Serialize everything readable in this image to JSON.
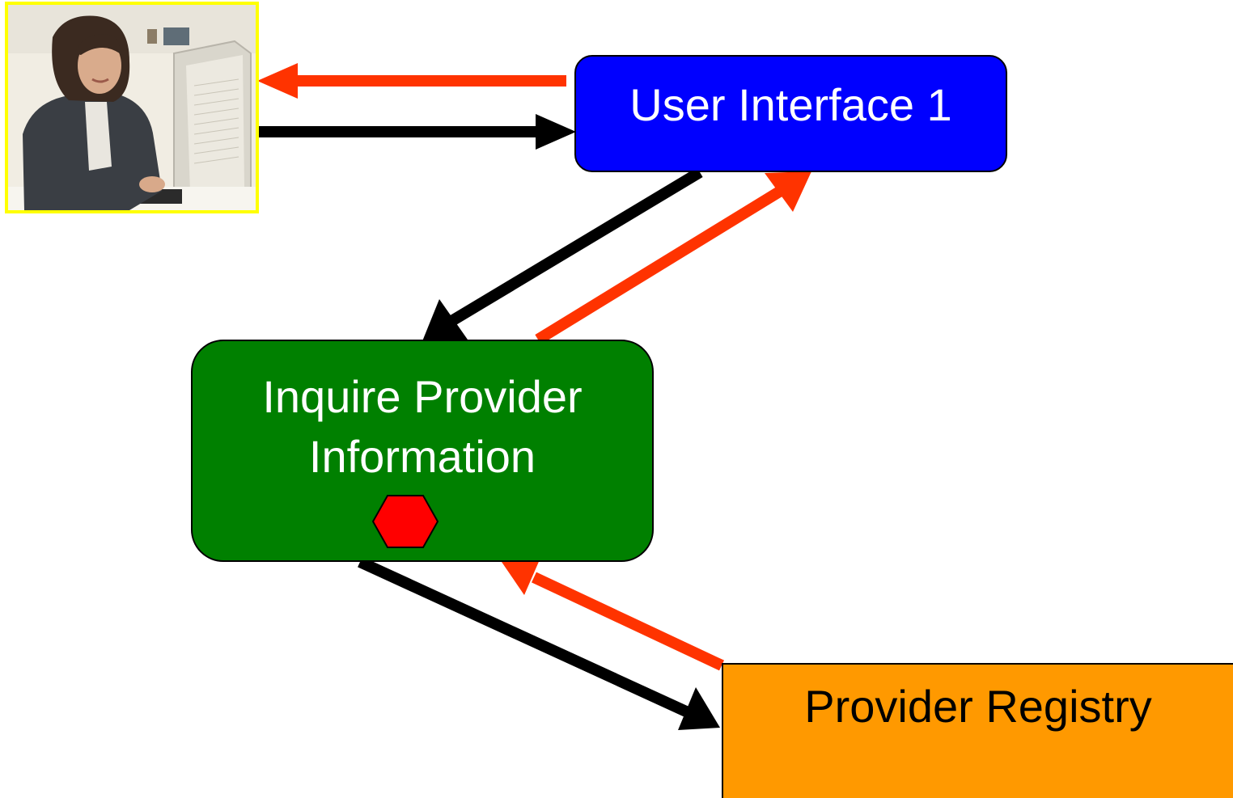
{
  "nodes": {
    "user_interface": {
      "label": "User Interface 1",
      "color": "#0000ff"
    },
    "inquire": {
      "line1": "Inquire Provider",
      "line2": "Information",
      "color": "#008000"
    },
    "registry": {
      "label": "Provider Registry",
      "color": "#ff9900"
    }
  },
  "arrows": {
    "request_color": "#000000",
    "response_color": "#ff3300"
  },
  "photo": {
    "icon": "person-at-computer-photo",
    "frame_color": "#ffff00"
  },
  "marker": {
    "icon": "red-hexagon-icon",
    "color": "#ff0000"
  }
}
